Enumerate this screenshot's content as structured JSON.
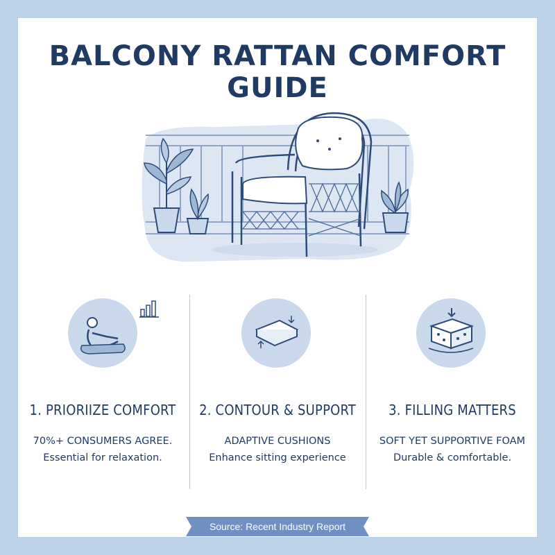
{
  "title": "BALCONY RATTAN COMFORT GUIDE",
  "colors": {
    "frame": "#bcd0e6",
    "navy": "#1f3a63",
    "light_blue": "#c9d8ea",
    "badge": "#6f90c0"
  },
  "hero": {
    "icon": "rattan-chair-balcony-illustration"
  },
  "columns": [
    {
      "icon": "relaxing-person-icon",
      "extra_icon": "bar-chart-icon",
      "title": "1. PRIORIIZE COMFORT",
      "line1": "70%+ CONSUMERS AGREE.",
      "line2": "Essential for relaxation."
    },
    {
      "icon": "cushion-icon",
      "title": "2. CONTOUR & SUPPORT",
      "line1": "ADAPTIVE CUSHIONS",
      "line2": "Enhance sitting experience"
    },
    {
      "icon": "foam-block-icon",
      "title": "3. FILLING MATTERS",
      "line1": "SOFT YET SUPPORTIVE FOAM",
      "line2": "Durable & comfortable."
    }
  ],
  "source": "Source: Recent Industry Report"
}
